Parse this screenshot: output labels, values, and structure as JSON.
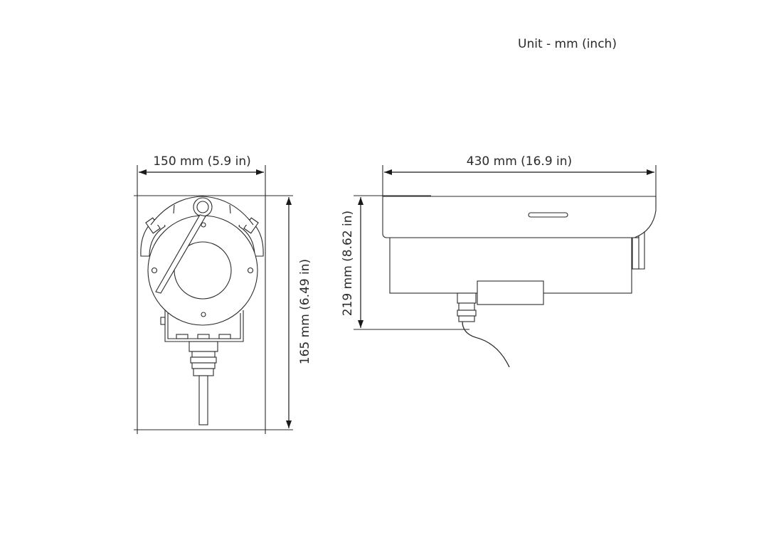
{
  "unit_note": "Unit - mm (inch)",
  "dimensions": {
    "front_width": "150 mm (5.9 in)",
    "front_height": "165 mm (6.49 in)",
    "side_length": "430 mm (16.9 in)",
    "side_height": "219 mm (8.62 in)"
  },
  "colors": {
    "line": "#2a2a2a",
    "background": "#ffffff"
  }
}
